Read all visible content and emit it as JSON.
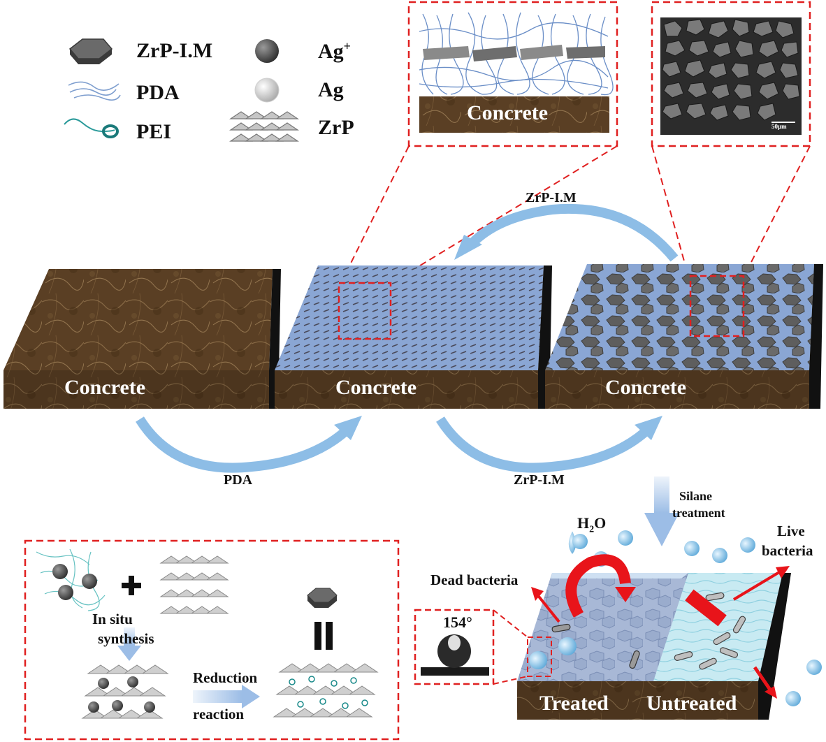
{
  "legend": {
    "zrp_im": "ZrP-I.M",
    "pda": "PDA",
    "pei": "PEI",
    "ag_ion": "Ag",
    "ag_ion_sup": "+",
    "ag": "Ag",
    "zrp": "ZrP"
  },
  "blocks": [
    {
      "label": "Concrete"
    },
    {
      "label": "Concrete"
    },
    {
      "label": "Concrete"
    }
  ],
  "inset_label": "Concrete",
  "sem_scale": "50μm",
  "arrows": {
    "top": "ZrP-I.M",
    "pda": "PDA",
    "zrp_im": "ZrP-I.M",
    "silane_1": "Silane",
    "silane_2": "treatment"
  },
  "synthesis": {
    "in_situ_1": "In situ",
    "in_situ_2": "synthesis",
    "reduction_1": "Reduction",
    "reduction_2": "reaction"
  },
  "result": {
    "h2o_h": "H",
    "h2o_sub": "2",
    "h2o_o": "O",
    "live_1": "Live",
    "live_2": "bacteria",
    "dead": "Dead bacteria",
    "angle": "154°",
    "treated": "Treated",
    "untreated": "Untreated"
  },
  "colors": {
    "concrete": "#5a3f24",
    "pda": "#7f9fcf",
    "zrp_hex": "#5e5e5e",
    "arrow_blue": "#8dbde6",
    "dashed_red": "#e02020",
    "red_arrow": "#e8141a"
  }
}
